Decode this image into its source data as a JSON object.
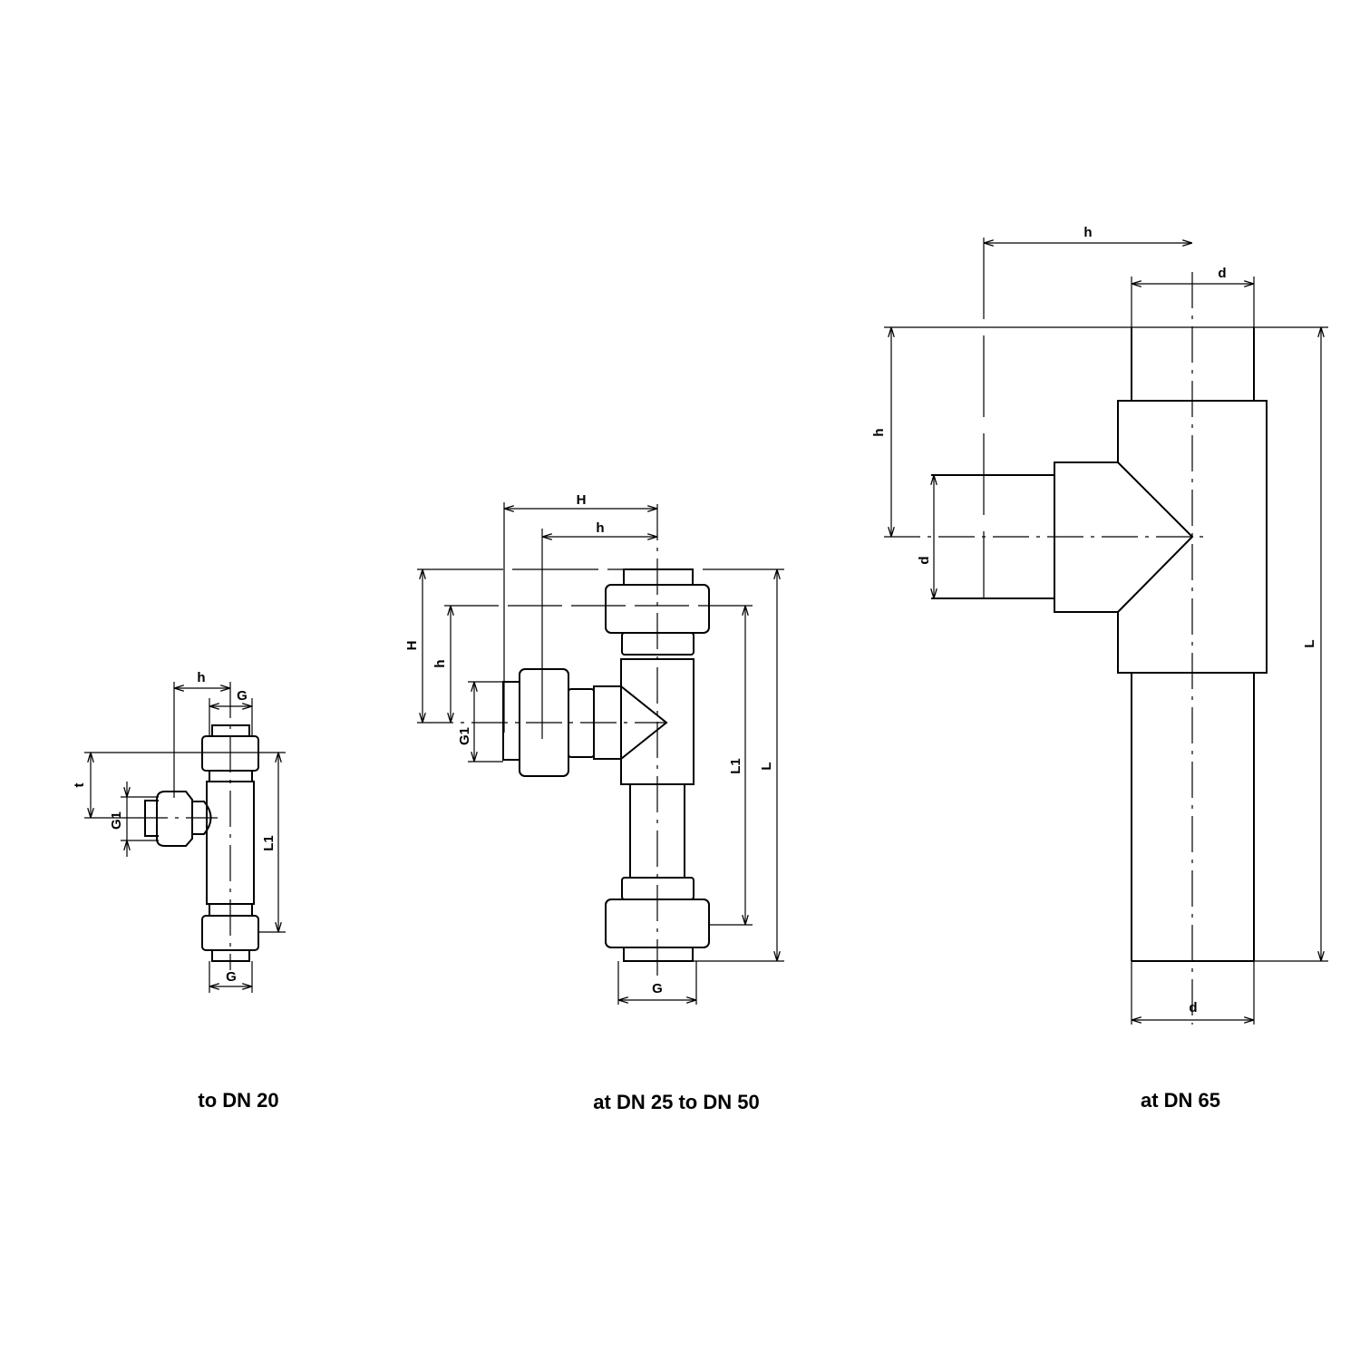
{
  "figures": [
    {
      "caption": "to  DN 20",
      "labels": {
        "h": "h",
        "g_top": "G",
        "t": "t",
        "g1": "G1",
        "l1": "L1",
        "g_bottom": "G"
      }
    },
    {
      "caption": "at  DN 25  to  DN 50",
      "labels": {
        "H_horizontal": "H",
        "h_horizontal": "h",
        "H_vertical": "H",
        "h_vertical": "h",
        "g1": "G1",
        "l1": "L1",
        "l": "L",
        "g": "G"
      }
    },
    {
      "caption": "at  DN 65",
      "labels": {
        "h_horizontal": "h",
        "d_top": "d",
        "h_vertical": "h",
        "d_side": "d",
        "l": "L",
        "d_bottom": "d"
      }
    }
  ]
}
